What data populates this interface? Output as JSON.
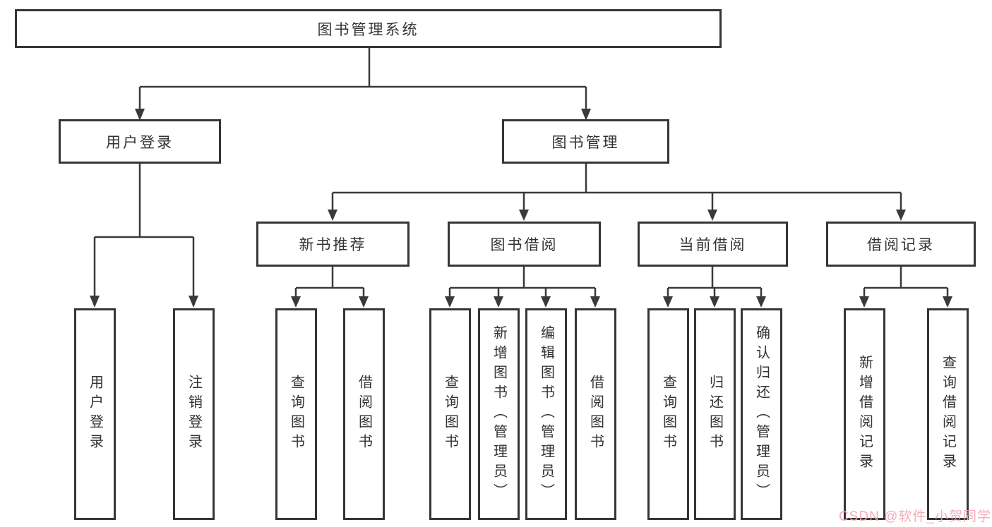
{
  "diagram": {
    "root": {
      "label": "图书管理系统"
    },
    "branches": {
      "userLogin": {
        "label": "用户登录",
        "children": {
          "login": {
            "label": "用户登录"
          },
          "logout": {
            "label": "注销登录"
          }
        }
      },
      "bookMgmt": {
        "label": "图书管理",
        "children": {
          "newBooks": {
            "label": "新书推荐",
            "children": {
              "query": {
                "label": "查询图书"
              },
              "borrow": {
                "label": "借阅图书"
              }
            }
          },
          "borrowing": {
            "label": "图书借阅",
            "children": {
              "query": {
                "label": "查询图书"
              },
              "add": {
                "label": "新增图书（管理员）"
              },
              "edit": {
                "label": "编辑图书（管理员）"
              },
              "borrow": {
                "label": "借阅图书"
              }
            }
          },
          "current": {
            "label": "当前借阅",
            "children": {
              "query": {
                "label": "查询图书"
              },
              "return": {
                "label": "归还图书"
              },
              "confirm": {
                "label": "确认归还（管理员）"
              }
            }
          },
          "records": {
            "label": "借阅记录",
            "children": {
              "add": {
                "label": "新增借阅记录"
              },
              "query": {
                "label": "查询借阅记录"
              }
            }
          }
        }
      }
    }
  },
  "watermark": {
    "text": "CSDN @软件_小贺同学"
  },
  "colors": {
    "line": "#3a3a3a",
    "text": "#333333",
    "watermark": "#f2a4b4",
    "background": "#ffffff"
  }
}
